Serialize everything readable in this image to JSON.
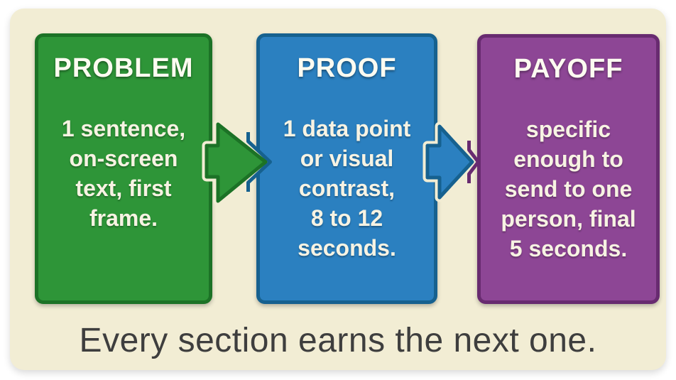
{
  "caption": "Every section earns the next one.",
  "boxes": [
    {
      "title": "PROBLEM",
      "body": "1 sentence,\non-screen\ntext, first\nframe.",
      "fill": "#2e9538",
      "border": "#1c7226"
    },
    {
      "title": "PROOF",
      "body": "1 data point\nor visual\ncontrast,\n8 to 12\nseconds.",
      "fill": "#2b80c0",
      "border": "#16618f"
    },
    {
      "title": "PAYOFF",
      "body": "specific\nenough to\nsend to one\nperson, final\n5 seconds.",
      "fill": "#8d4695",
      "border": "#682b70"
    }
  ],
  "arrows": [
    {
      "name": "problem-to-proof-arrow",
      "fill": "#2e9538",
      "stroke": "#1c7226"
    },
    {
      "name": "proof-to-payoff-arrow",
      "fill": "#2b80c0",
      "stroke": "#16618f"
    }
  ],
  "colors": {
    "background": "#ffffff",
    "card": "#f2edd4",
    "caption_text": "#3e3e3e",
    "box_title_text": "#fdfbf1",
    "box_body_text": "#f7f3e3"
  }
}
